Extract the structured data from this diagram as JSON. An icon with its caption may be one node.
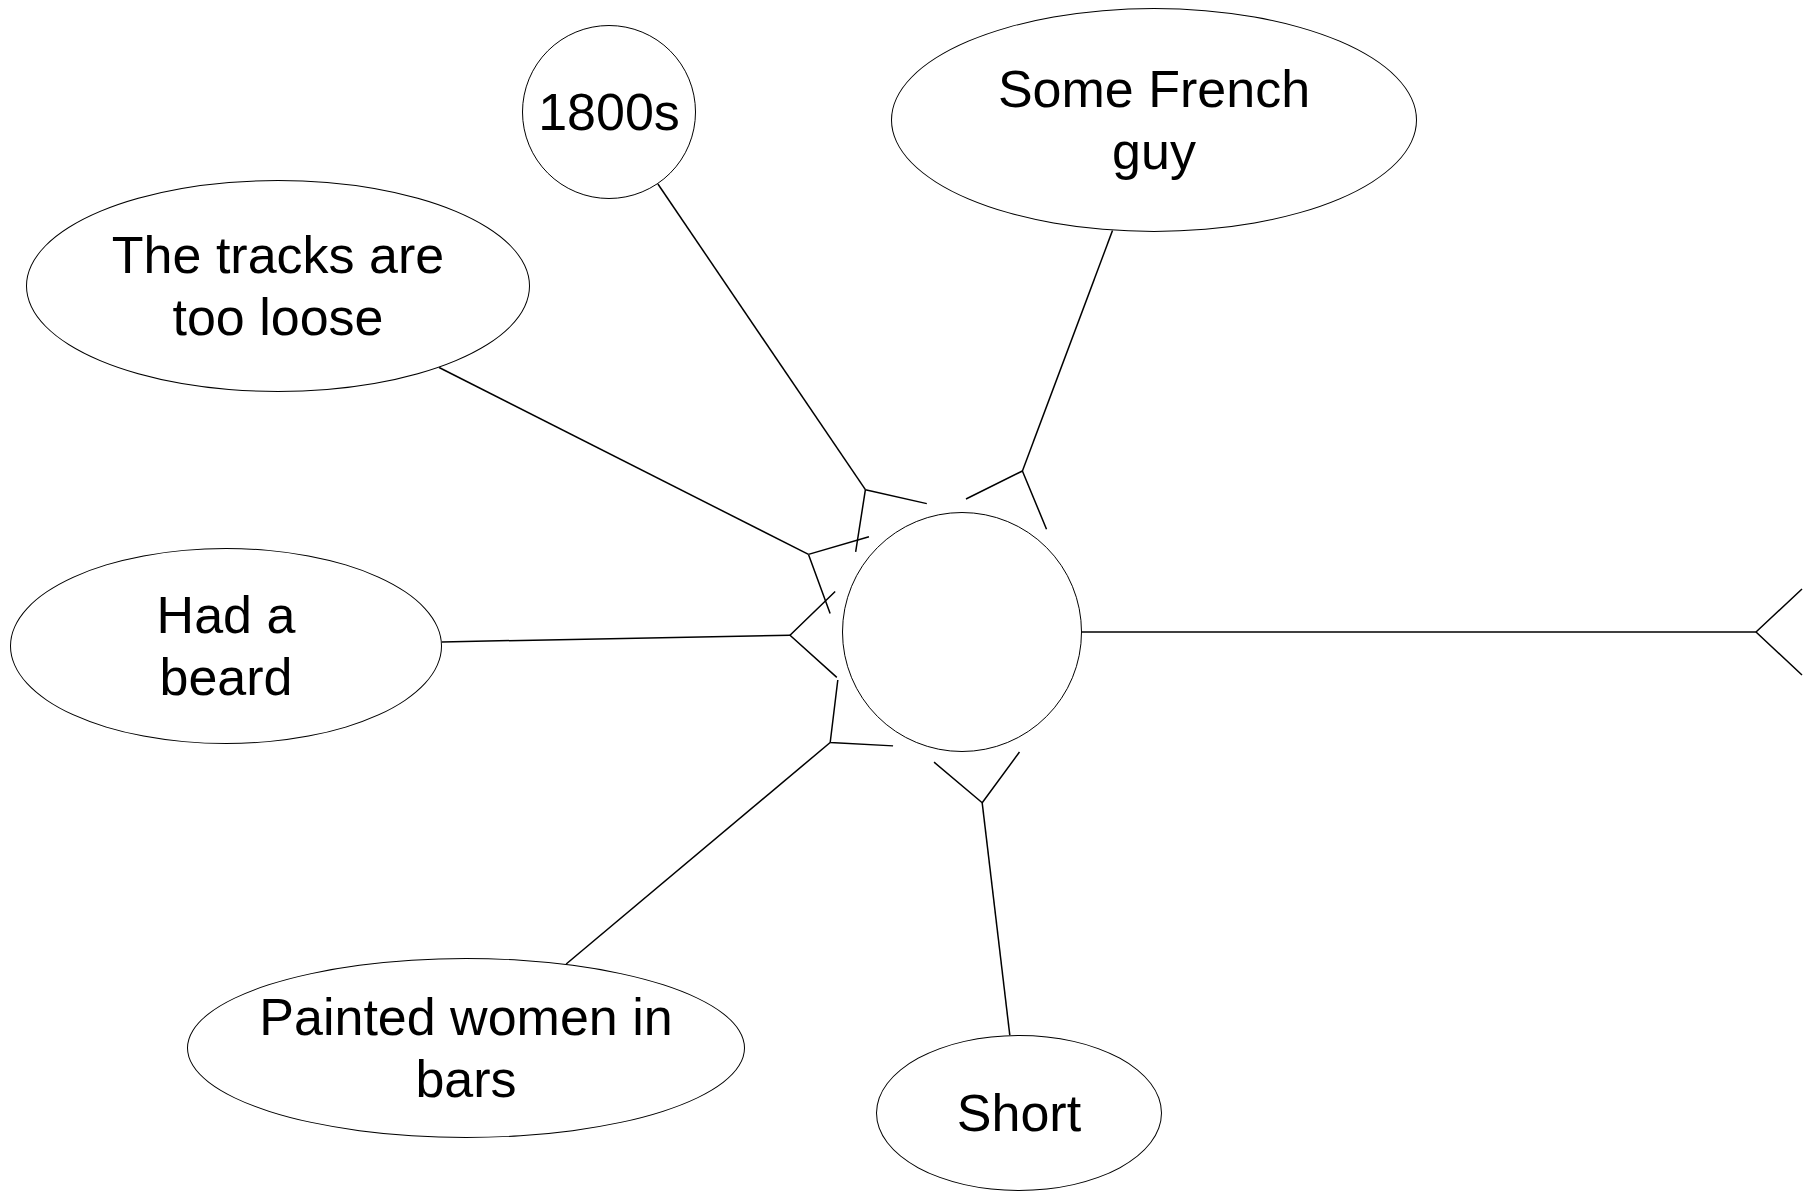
{
  "diagram": {
    "nodes": [
      {
        "text": [],
        "shape": "circle"
      },
      {
        "text": [
          "1800s"
        ]
      },
      {
        "text": [
          "Some French guy"
        ]
      },
      {
        "text": [
          "The tracks are too loose"
        ]
      },
      {
        "text": [
          "Had a beard"
        ]
      },
      {
        "text": [
          "Painted women in bars"
        ]
      },
      {
        "text": [
          "Short"
        ]
      }
    ],
    "edges": [
      {
        "from": 1,
        "to": 0,
        "arrow": "other"
      },
      {
        "from": 2,
        "to": 0,
        "arrow": "other"
      },
      {
        "from": 3,
        "to": 0,
        "arrow": "other"
      },
      {
        "from": 4,
        "to": 0,
        "arrow": "other"
      },
      {
        "from": 5,
        "to": 0,
        "arrow": "other"
      },
      {
        "from": 6,
        "to": 0,
        "arrow": "other"
      },
      {
        "from": 0,
        "to": null,
        "arrow": "other"
      }
    ]
  }
}
